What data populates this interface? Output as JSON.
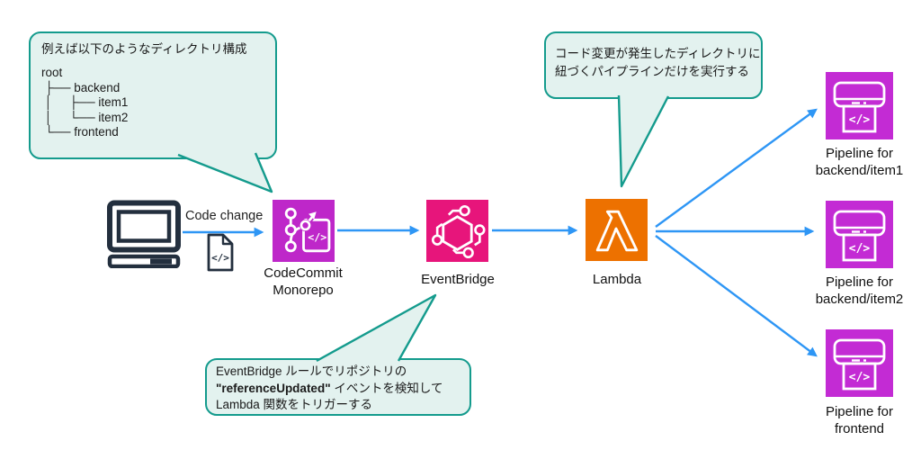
{
  "colors": {
    "bubble_fill": "#e3f2ef",
    "bubble_border": "#149b8d",
    "arrow_blue": "#2e96f5",
    "codecommit_magenta": "#be27c9",
    "pipeline_magenta": "#c32bd4",
    "eventbridge_pink": "#e7157b",
    "lambda_orange": "#ed7100",
    "device_dark": "#232f3e"
  },
  "bubble_directory": {
    "title": "例えば以下のようなディレクトリ構成",
    "tree_lines": {
      "l0": "root",
      "l1": " ├── backend",
      "l2": " │     ├── item1",
      "l3": " │     └── item2",
      "l4": " └── frontend"
    }
  },
  "bubble_pipeline_note": {
    "line1": "コード変更が発生したディレクトリに",
    "line2": "紐づくパイプラインだけを実行する"
  },
  "bubble_eventbridge_note": {
    "line1": "EventBridge ルールでリポジトリの",
    "line2_bold": "\"referenceUpdated\"",
    "line2_suffix": " イベントを検知して",
    "line3": "Lambda 関数をトリガーする"
  },
  "edge_label": "Code change",
  "nodes": {
    "codecommit": {
      "label_line1": "CodeCommit",
      "label_line2": "Monorepo"
    },
    "eventbridge": {
      "label": "EventBridge"
    },
    "lambda": {
      "label": "Lambda"
    },
    "pipelines": [
      {
        "label_line1": "Pipeline for",
        "label_line2": "backend/item1"
      },
      {
        "label_line1": "Pipeline for",
        "label_line2": "backend/item2"
      },
      {
        "label_line1": "Pipeline for",
        "label_line2": "frontend"
      }
    ]
  },
  "glyphs": {
    "code": "</>"
  }
}
